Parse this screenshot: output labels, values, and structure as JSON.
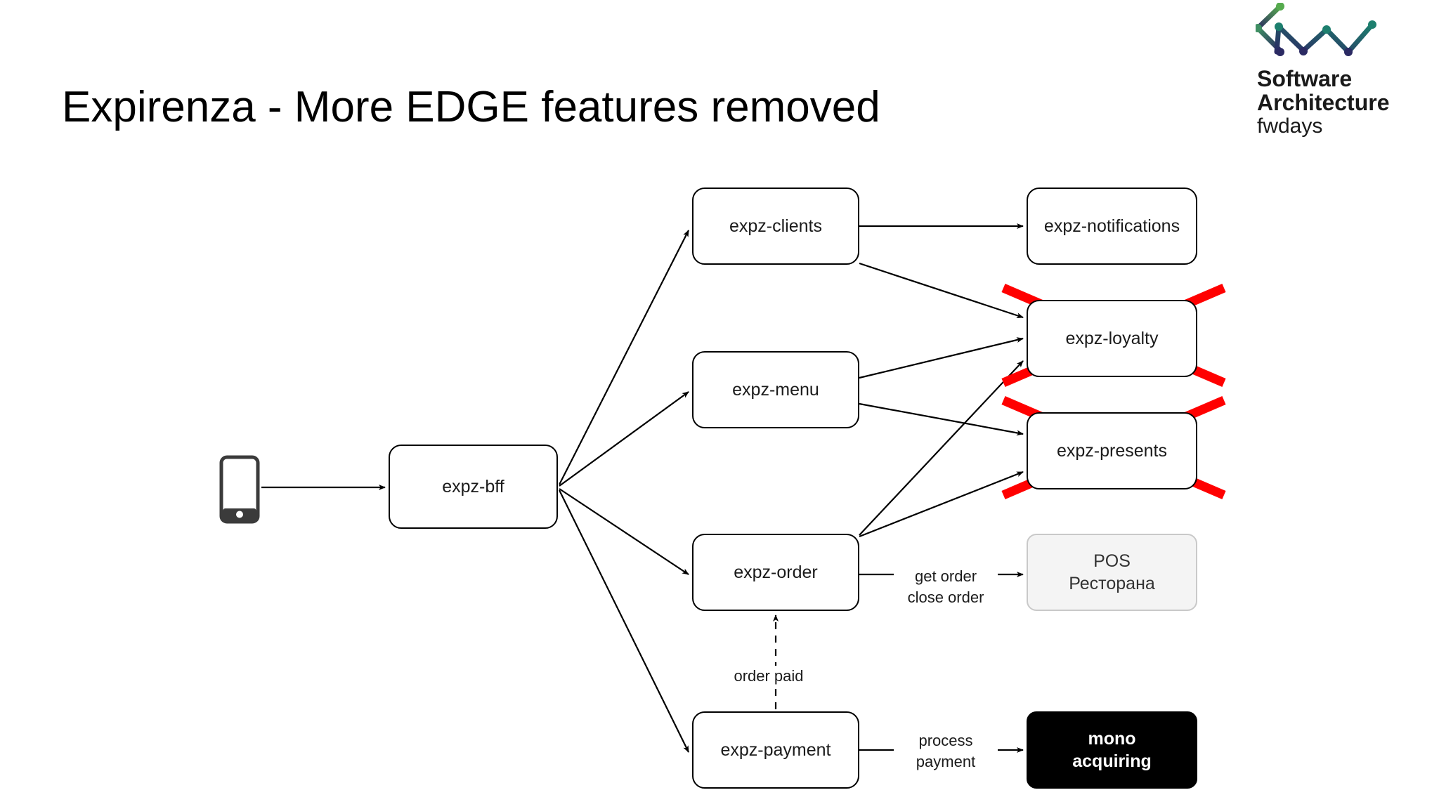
{
  "slide": {
    "title": "Expirenza - More EDGE features removed",
    "background": "#ffffff"
  },
  "logo": {
    "mark_name": "zigzag-chart-logo",
    "line1": "Software",
    "line2": "Architecture",
    "line3": "fwdays",
    "colors": {
      "green": "#4fa552",
      "teal": "#1d7f6e",
      "navy": "#2b2a63",
      "dark_navy": "#262261"
    }
  },
  "diagram": {
    "type": "architecture-flow",
    "nodes": [
      {
        "id": "phone",
        "label": "",
        "kind": "icon",
        "icon": "mobile-phone-icon"
      },
      {
        "id": "bff",
        "label": "expz-bff",
        "kind": "service"
      },
      {
        "id": "clients",
        "label": "expz-clients",
        "kind": "service"
      },
      {
        "id": "notifications",
        "label": "expz-notifications",
        "kind": "service"
      },
      {
        "id": "loyalty",
        "label": "expz-loyalty",
        "kind": "service",
        "removed": true
      },
      {
        "id": "menu",
        "label": "expz-menu",
        "kind": "service"
      },
      {
        "id": "presents",
        "label": "expz-presents",
        "kind": "service",
        "removed": true
      },
      {
        "id": "order",
        "label": "expz-order",
        "kind": "service"
      },
      {
        "id": "pos",
        "label": "POS\nРесторана",
        "kind": "external-soft"
      },
      {
        "id": "payment",
        "label": "expz-payment",
        "kind": "service"
      },
      {
        "id": "mono",
        "label": "mono\nacquiring",
        "kind": "external-dark"
      }
    ],
    "edges": [
      {
        "from": "phone",
        "to": "bff",
        "label": "",
        "style": "solid"
      },
      {
        "from": "bff",
        "to": "clients",
        "label": "",
        "style": "solid"
      },
      {
        "from": "bff",
        "to": "menu",
        "label": "",
        "style": "solid"
      },
      {
        "from": "bff",
        "to": "order",
        "label": "",
        "style": "solid"
      },
      {
        "from": "bff",
        "to": "payment",
        "label": "",
        "style": "solid"
      },
      {
        "from": "clients",
        "to": "notifications",
        "label": "",
        "style": "solid"
      },
      {
        "from": "clients",
        "to": "loyalty",
        "label": "",
        "style": "solid"
      },
      {
        "from": "menu",
        "to": "loyalty",
        "label": "",
        "style": "solid"
      },
      {
        "from": "menu",
        "to": "presents",
        "label": "",
        "style": "solid"
      },
      {
        "from": "order",
        "to": "loyalty",
        "label": "",
        "style": "solid"
      },
      {
        "from": "order",
        "to": "presents",
        "label": "",
        "style": "solid"
      },
      {
        "from": "order",
        "to": "pos",
        "label": "get order\nclose order",
        "style": "solid"
      },
      {
        "from": "payment",
        "to": "order",
        "label": "order paid",
        "style": "dashed"
      },
      {
        "from": "payment",
        "to": "mono",
        "label": "process\npayment",
        "style": "solid"
      }
    ],
    "annotations": [
      {
        "type": "red-cross",
        "target": "loyalty",
        "color": "#ff0000"
      },
      {
        "type": "red-cross",
        "target": "presents",
        "color": "#ff0000"
      }
    ],
    "labels": {
      "get_close_order": "get order\nclose order",
      "process_payment": "process\npayment",
      "order_paid": "order paid"
    },
    "colors": {
      "stroke": "#000000",
      "soft_fill": "#f4f4f4",
      "soft_stroke": "#c9c9c9",
      "dark_fill": "#000000",
      "cross": "#ff0000"
    }
  }
}
